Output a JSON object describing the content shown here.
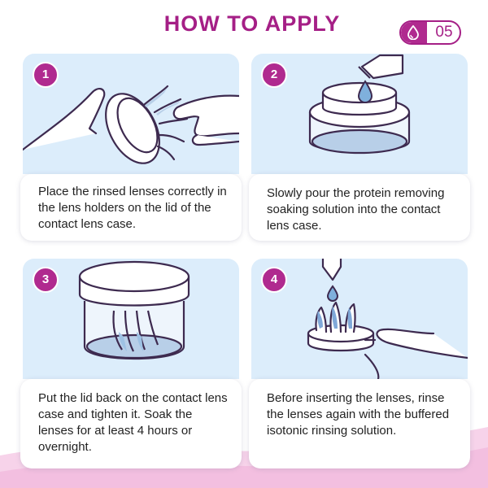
{
  "header": {
    "title": "HOW TO APPLY",
    "step_count": "05"
  },
  "steps": [
    {
      "number": "1",
      "text": "Place the rinsed lenses correctly in the lens holders on the lid of the contact lens case."
    },
    {
      "number": "2",
      "text": "Slowly pour the protein removing soaking solution into the contact lens case."
    },
    {
      "number": "3",
      "text": "Put the lid back on the contact lens case and tighten it. Soak the lenses for at least 4 hours or overnight."
    },
    {
      "number": "4",
      "text": "Before inserting the lenses, rinse the lenses again with the buffered isotonic rinsing solution."
    }
  ],
  "colors": {
    "accent": "#a51f86",
    "panel": "#dcedfb",
    "line": "#3d2a4f"
  },
  "icons": {
    "pill": "droplet-icon"
  }
}
